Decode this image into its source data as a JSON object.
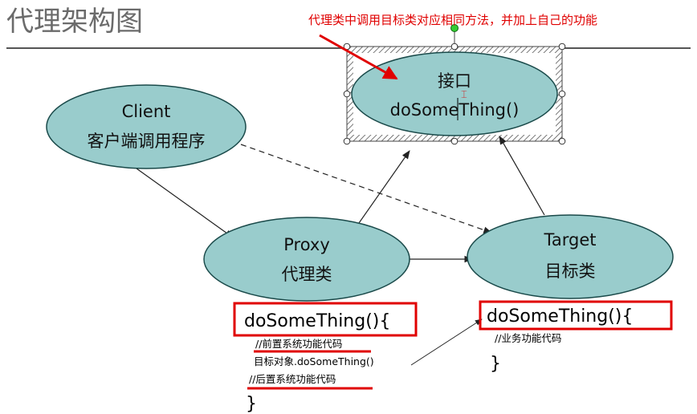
{
  "title": "代理架构图",
  "annotation": "代理类中调用目标类对应相同方法，并加上自己的功能",
  "nodes": {
    "interface": {
      "line1": "接口",
      "line2": "doSomeThing()"
    },
    "client": {
      "line1": "Client",
      "line2": "客户端调用程序"
    },
    "proxy": {
      "line1": "Proxy",
      "line2": "代理类"
    },
    "target": {
      "line1": "Target",
      "line2": "目标类"
    }
  },
  "proxy_code": {
    "signature": "doSomeThing(){",
    "pre": "//前置系统功能代码",
    "call": "目标对象.doSomeThing()",
    "post": "//后置系统功能代码",
    "close": "}"
  },
  "target_code": {
    "signature": "doSomeThing(){",
    "business": "//业务功能代码",
    "close": "}"
  },
  "colors": {
    "ellipse_fill": "#99CCCC",
    "ellipse_stroke": "#1a4a4a",
    "highlight": "#e00000",
    "title": "#6b6b6b"
  }
}
